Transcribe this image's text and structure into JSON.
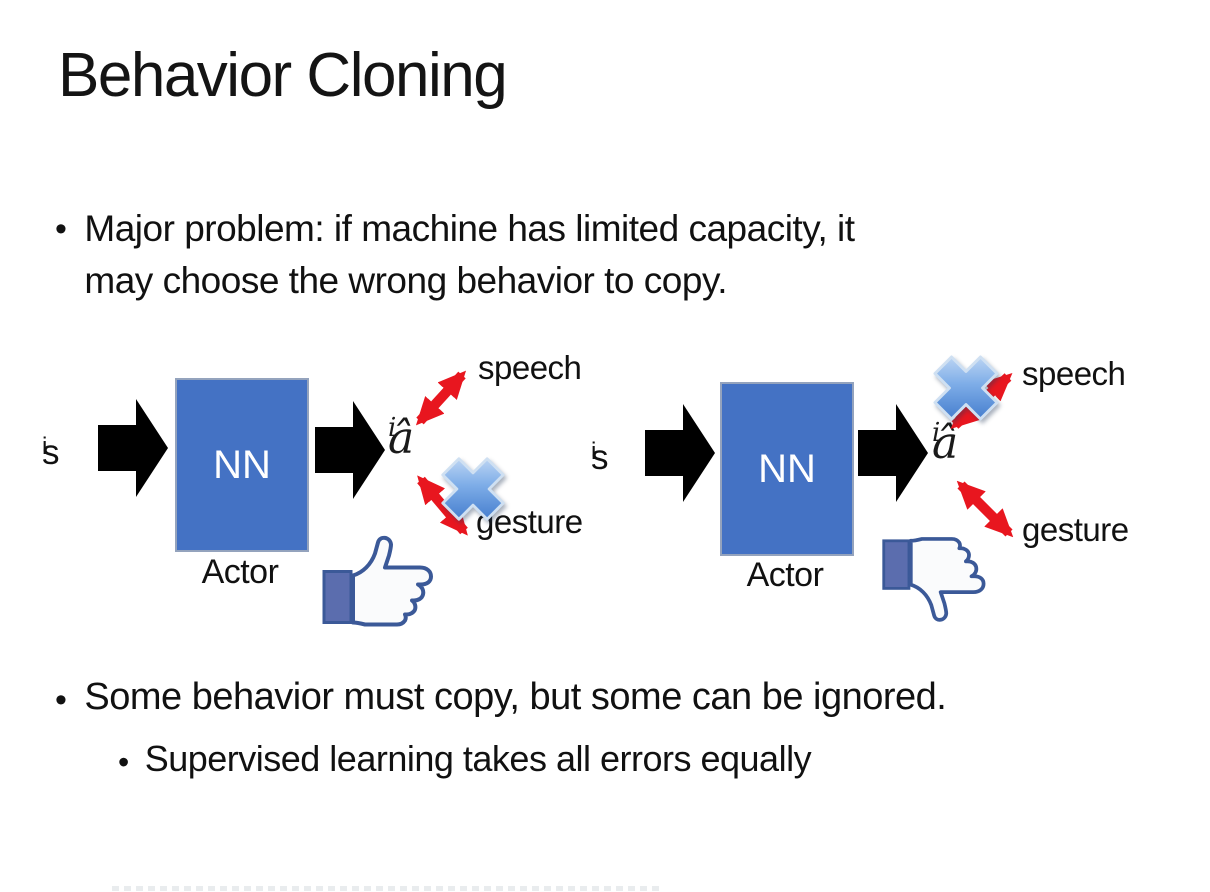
{
  "slide": {
    "title": "Behavior Cloning",
    "bullet1": {
      "line1": "Major problem: if machine has limited capacity, it",
      "line2": "may choose the wrong behavior to copy."
    },
    "bullet2": "Some behavior must copy, but some can be ignored.",
    "bullet2_sub": "Supervised learning takes all errors equally"
  },
  "diagram": {
    "input_label": {
      "base": "s",
      "sub": "i"
    },
    "box_label": "NN",
    "output_label": {
      "base": "â",
      "sub": "i"
    },
    "actor_label": "Actor",
    "speech_label": "speech",
    "gesture_label": "gesture"
  },
  "diagrams": [
    {
      "side": "left",
      "crossed_out": "gesture",
      "feedback": "thumbs-up"
    },
    {
      "side": "right",
      "crossed_out": "speech",
      "feedback": "thumbs-down"
    }
  ],
  "colors": {
    "nn_box": "#4472C4",
    "arrow_black": "#000000",
    "arrow_red": "#E8161F",
    "x_mark_blue": "#3F7BD0",
    "thumb_outline": "#3B5998",
    "thumb_cuff": "#5B6DAE",
    "thumb_hand": "#FAFBFC"
  }
}
